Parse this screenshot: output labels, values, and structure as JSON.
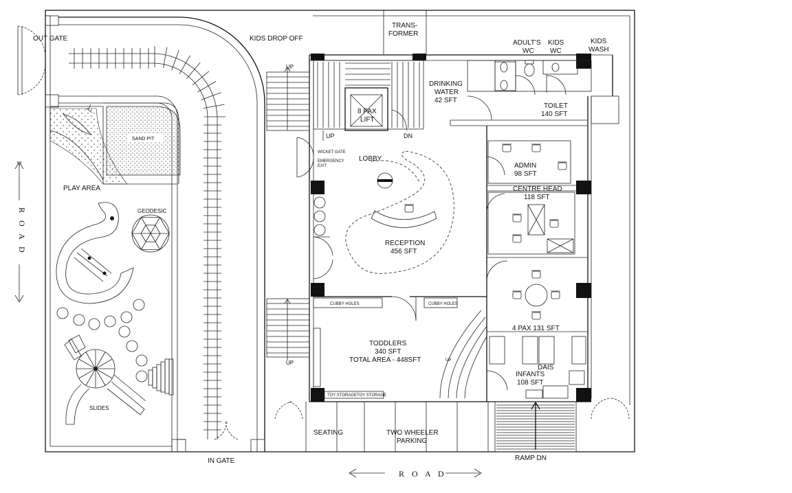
{
  "labels": {
    "out_gate": "OUT GATE",
    "kids_drop_off": "KIDS DROP OFF",
    "transformer_1": "TRANS-",
    "transformer_2": "FORMER",
    "adults_wc_1": "ADULT'S",
    "adults_wc_2": "WC",
    "kids_wc_1": "KIDS",
    "kids_wc_2": "WC",
    "kids_wash_1": "KIDS",
    "kids_wash_2": "WASH",
    "drinking_water_1": "DRINKING",
    "drinking_water_2": "WATER",
    "drinking_water_3": "42 SFT",
    "toilet_1": "TOILET",
    "toilet_2": "140 SFT",
    "lift_1": "8 PAX",
    "lift_2": "LIFT",
    "up_1": "UP",
    "up_2": "UP",
    "up_3": "UP",
    "up_4": "UP",
    "dn": "DN",
    "sand_pit": "SAND PIT",
    "wicket_gate": "WICKET GATE",
    "emergency_exit_1": "EMERGENCY",
    "emergency_exit_2": "EXIT",
    "lobby": "LOBBY",
    "admin_1": "ADMIN",
    "admin_2": "98 SFT",
    "centre_head_1": "CENTRE HEAD",
    "centre_head_2": "118 SFT",
    "play_area": "PLAY AREA",
    "geodesic": "GEODESIC",
    "reception_1": "RECEPTION",
    "reception_2": "456 SFT",
    "cubby_holes_1": "CUBBY HOLES",
    "cubby_holes_2": "CUBBY HOLES",
    "pax_room": "4 PAX  131 SFT",
    "toddlers_1": "TODDLERS",
    "toddlers_2": "340 SFT",
    "toddlers_3": "TOTAL AREA - 448SFT",
    "dais": "DAIS",
    "infants_1": "INFANTS",
    "infants_2": "108 SFT",
    "toy_storage_1": "TOY STORAGE",
    "toy_storage_2": "TOY STORAGE",
    "slides": "SLIDES",
    "seating": "SEATING",
    "two_wheeler_1": "TWO WHEELER",
    "two_wheeler_2": "PARKING",
    "ramp_dn": "RAMP DN",
    "in_gate": "IN GATE",
    "road_left": "R O A D",
    "road_bottom": "R O A D"
  }
}
